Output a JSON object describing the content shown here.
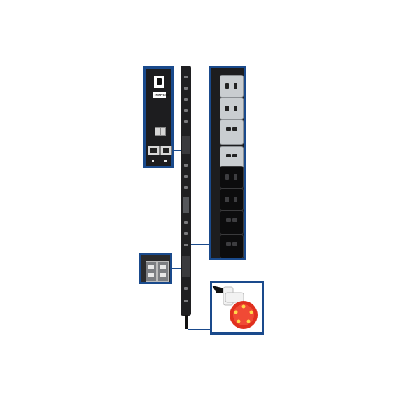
{
  "image": {
    "subject": "vertical-pdu-product-photo",
    "colors": {
      "callout_border": "#1a4a8c",
      "body": "#1f1f21",
      "outlet_grey": "#c9cdd0",
      "outlet_black": "#0c0c0d",
      "plug_red": "#e0301e",
      "plug_white": "#f2f2f2"
    },
    "callouts": [
      {
        "name": "controller-module",
        "brand_logo": "TRIPP·LITE"
      },
      {
        "name": "outlet-panel",
        "outlet_count": 8
      },
      {
        "name": "breaker-panel"
      },
      {
        "name": "input-plug"
      }
    ]
  }
}
